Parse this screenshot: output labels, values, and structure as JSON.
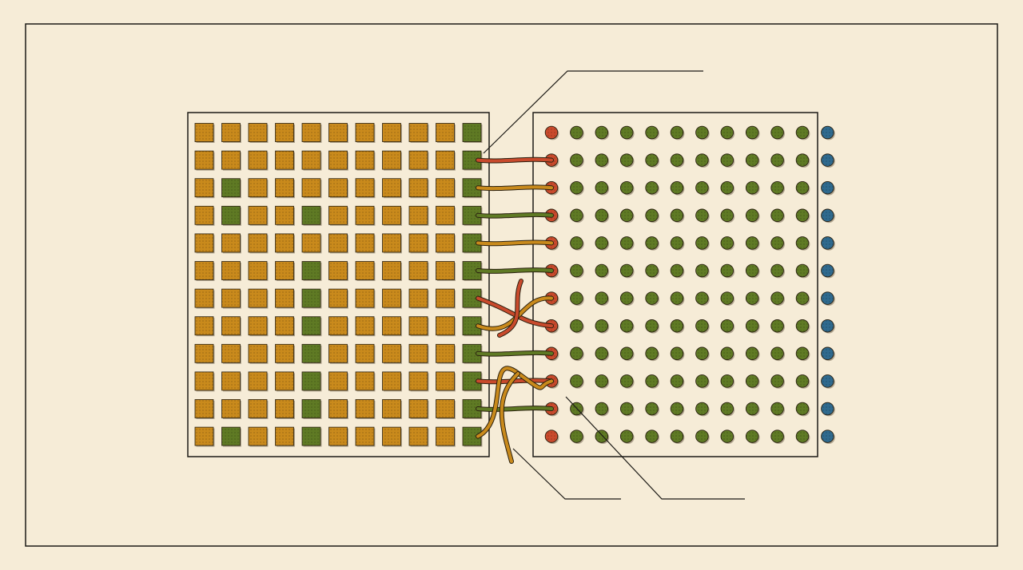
{
  "diagram": {
    "colors": {
      "paper": "#f6ecd7",
      "ink": "#1c1a16",
      "amber": "#c98a1c",
      "olive": "#5f7a24",
      "red": "#c94a2c",
      "blue": "#2f6a8e"
    },
    "left_grid": {
      "rows": 12,
      "cols": 11,
      "cell_shape": "square",
      "olive_cells": [
        [
          0,
          10
        ],
        [
          1,
          10
        ],
        [
          2,
          10
        ],
        [
          3,
          10
        ],
        [
          4,
          10
        ],
        [
          5,
          10
        ],
        [
          6,
          10
        ],
        [
          7,
          10
        ],
        [
          8,
          10
        ],
        [
          9,
          10
        ],
        [
          10,
          10
        ],
        [
          11,
          10
        ],
        [
          2,
          1
        ],
        [
          3,
          1
        ],
        [
          5,
          4
        ],
        [
          6,
          4
        ],
        [
          7,
          4
        ],
        [
          8,
          4
        ],
        [
          9,
          4
        ],
        [
          10,
          4
        ],
        [
          11,
          4
        ],
        [
          3,
          4
        ],
        [
          11,
          1
        ]
      ]
    },
    "right_grid": {
      "rows": 12,
      "cols": 12,
      "cell_shape": "circle",
      "first_column_color": "red",
      "last_column_color": "blue",
      "first_column_olive_rows": []
    },
    "connections": [
      {
        "from_row": 1,
        "to_row": 1,
        "color": "red",
        "style": "straight"
      },
      {
        "from_row": 2,
        "to_row": 2,
        "color": "amber",
        "style": "straight"
      },
      {
        "from_row": 3,
        "to_row": 3,
        "color": "olive",
        "style": "straight"
      },
      {
        "from_row": 4,
        "to_row": 4,
        "color": "amber",
        "style": "straight"
      },
      {
        "from_row": 5,
        "to_row": 5,
        "color": "olive",
        "style": "straight"
      },
      {
        "from_row": 6,
        "to_row": 7,
        "color": "red",
        "style": "crossed"
      },
      {
        "from_row": 7,
        "to_row": 6,
        "color": "amber",
        "style": "crossed"
      },
      {
        "from_row": 8,
        "to_row": 8,
        "color": "olive",
        "style": "straight"
      },
      {
        "from_row": 9,
        "to_row": 9,
        "color": "red",
        "style": "straight"
      },
      {
        "from_row": 10,
        "to_row": 10,
        "color": "olive",
        "style": "straight"
      },
      {
        "from_row": 11,
        "to_row": 9,
        "color": "amber",
        "style": "loose"
      }
    ],
    "callout_labels": [
      "",
      "",
      ""
    ]
  }
}
